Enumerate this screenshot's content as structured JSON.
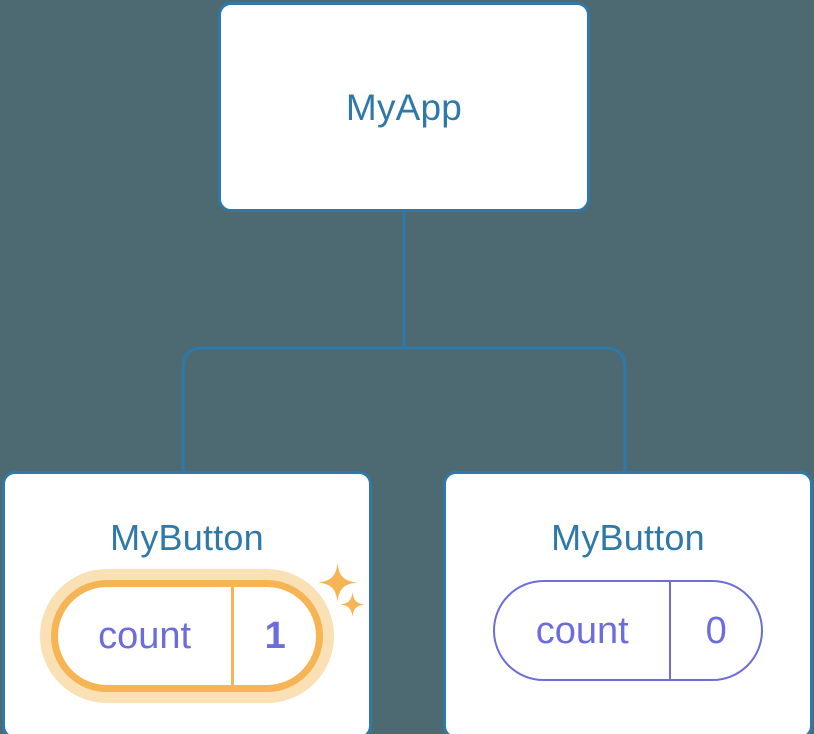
{
  "theme": {
    "background": "#4d6a73",
    "node_border": "#2f78a8",
    "node_fill": "#ffffff",
    "title_color": "#2f78a8",
    "state_color": "#6c6ddb",
    "highlight_color": "#f7b454",
    "highlight_glow": "#fae0b5",
    "connector_color": "#2f78a8"
  },
  "diagram": {
    "type": "component-tree",
    "root": {
      "title": "MyApp"
    },
    "children": [
      {
        "title": "MyButton",
        "state": {
          "key": "count",
          "value": "1"
        },
        "highlighted": true,
        "sparkles": [
          "sparkle-large-icon",
          "sparkle-small-icon"
        ]
      },
      {
        "title": "MyButton",
        "state": {
          "key": "count",
          "value": "0"
        },
        "highlighted": false,
        "sparkles": []
      }
    ]
  }
}
